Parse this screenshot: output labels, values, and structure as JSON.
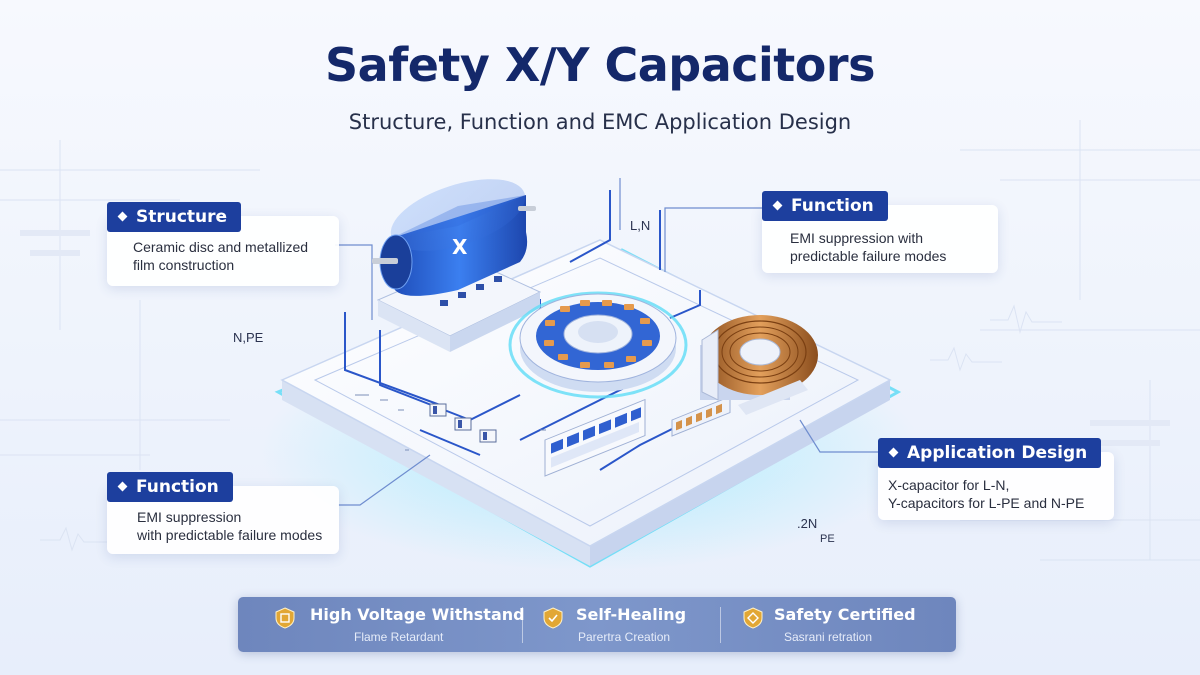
{
  "title": "Safety X/Y Capacitors",
  "subtitle": "Structure, Function and EMC Application Design",
  "callouts": {
    "structure": {
      "label": "Structure",
      "lines": [
        "Ceramic disc and metallized",
        "film construction"
      ]
    },
    "function_top": {
      "label": "Function",
      "lines": [
        "EMI suppression with",
        "predictable failure modes"
      ]
    },
    "function_bottom": {
      "label": "Function",
      "lines": [
        "EMI suppression",
        "with predictable failure modes"
      ]
    },
    "application": {
      "label": "Application Design",
      "lines": [
        "X-capacitor for L-N,",
        "Y-capacitors for L-PE and N-PE"
      ]
    }
  },
  "diagram_labels": {
    "ln": "L,N",
    "npe": "N,PE",
    "n2": ".2N",
    "pe": "PE",
    "cap_mark": "X"
  },
  "features": [
    {
      "name": "High Voltage Withstand",
      "sub": "Flame Retardant",
      "icon": "shield-badge-icon"
    },
    {
      "name": "Self-Healing",
      "sub": "Parertra Creation",
      "icon": "shield-badge-icon"
    },
    {
      "name": "Safety Certified",
      "sub": "Sasrani retration",
      "icon": "shield-badge-icon"
    }
  ],
  "colors": {
    "title": "#14286a",
    "accent_blue": "#1d3f9e",
    "capacitor_blue": "#2f6fe0",
    "glow_cyan": "#2fd4f2",
    "copper": "#c27a3a",
    "badge_gold": "#e2a735"
  }
}
